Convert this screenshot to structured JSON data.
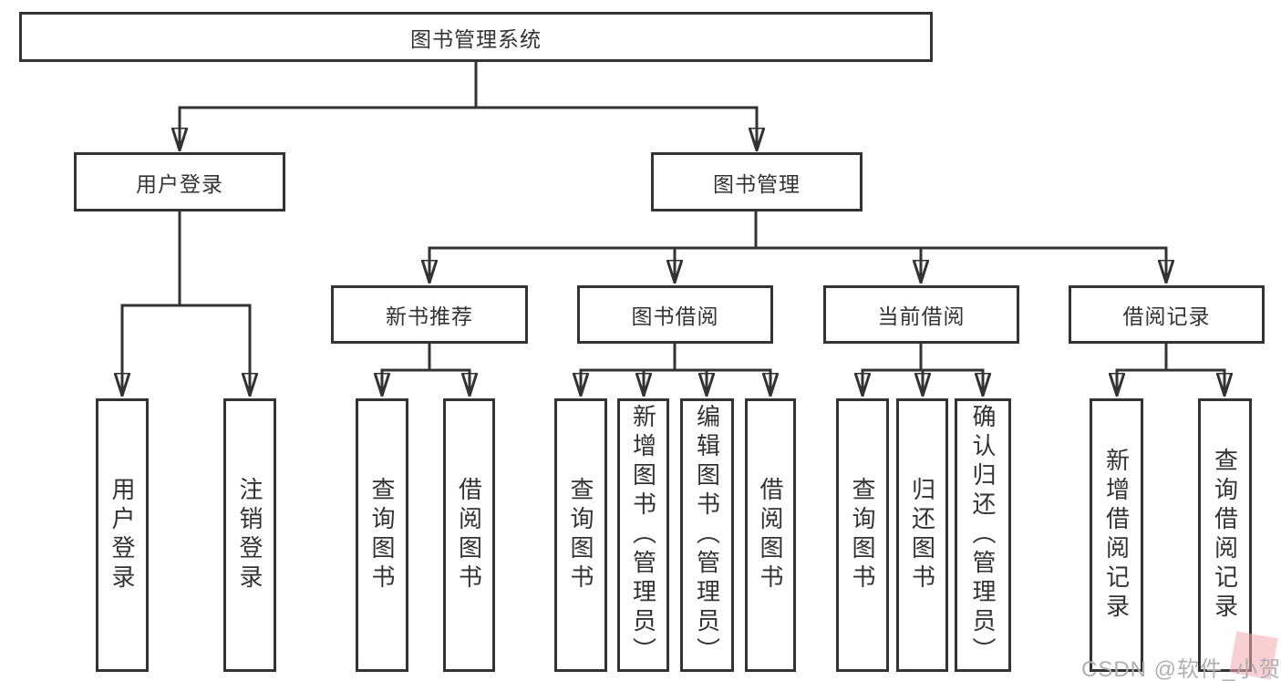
{
  "tree": {
    "root": {
      "label": "图书管理系统"
    },
    "level2": [
      {
        "id": "user-login",
        "label": "用户登录"
      },
      {
        "id": "book-mgmt",
        "label": "图书管理"
      }
    ],
    "level3": [
      {
        "id": "new-book",
        "label": "新书推荐"
      },
      {
        "id": "book-borrow",
        "label": "图书借阅"
      },
      {
        "id": "current-borrow",
        "label": "当前借阅"
      },
      {
        "id": "borrow-record",
        "label": "借阅记录"
      }
    ],
    "leaves": [
      {
        "parent": "用户登录",
        "label": "用户登录"
      },
      {
        "parent": "用户登录",
        "label": "注销登录"
      },
      {
        "parent": "新书推荐",
        "label": "查询图书"
      },
      {
        "parent": "新书推荐",
        "label": "借阅图书"
      },
      {
        "parent": "图书借阅",
        "label": "查询图书"
      },
      {
        "parent": "图书借阅",
        "label": "新增图书（管理员）"
      },
      {
        "parent": "图书借阅",
        "label": "编辑图书（管理员）"
      },
      {
        "parent": "图书借阅",
        "label": "借阅图书"
      },
      {
        "parent": "当前借阅",
        "label": "查询图书"
      },
      {
        "parent": "当前借阅",
        "label": "归还图书"
      },
      {
        "parent": "当前借阅",
        "label": "确认归还（管理员）"
      },
      {
        "parent": "借阅记录",
        "label": "新增借阅记录"
      },
      {
        "parent": "借阅记录",
        "label": "查询借阅记录"
      }
    ]
  },
  "watermark": {
    "text": "CSDN @软件_小贺同学"
  },
  "colors": {
    "line": "#333333",
    "text": "#333333",
    "background": "#ffffff",
    "watermark_text": "#b0b0b0",
    "watermark_accent": "#f2a7ae"
  }
}
